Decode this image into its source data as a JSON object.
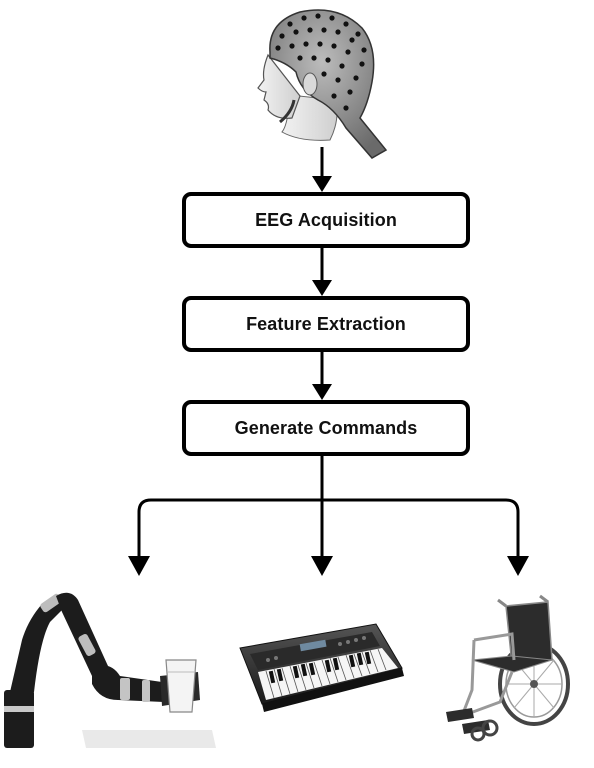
{
  "diagram": {
    "steps": [
      {
        "label": "EEG Acquisition"
      },
      {
        "label": "Feature Extraction"
      },
      {
        "label": "Generate Commands"
      }
    ],
    "inputs": [
      {
        "icon": "eeg-cap-head-icon"
      }
    ],
    "outputs": [
      {
        "icon": "robotic-arm-icon"
      },
      {
        "icon": "keyboard-icon"
      },
      {
        "icon": "wheelchair-icon"
      }
    ]
  }
}
